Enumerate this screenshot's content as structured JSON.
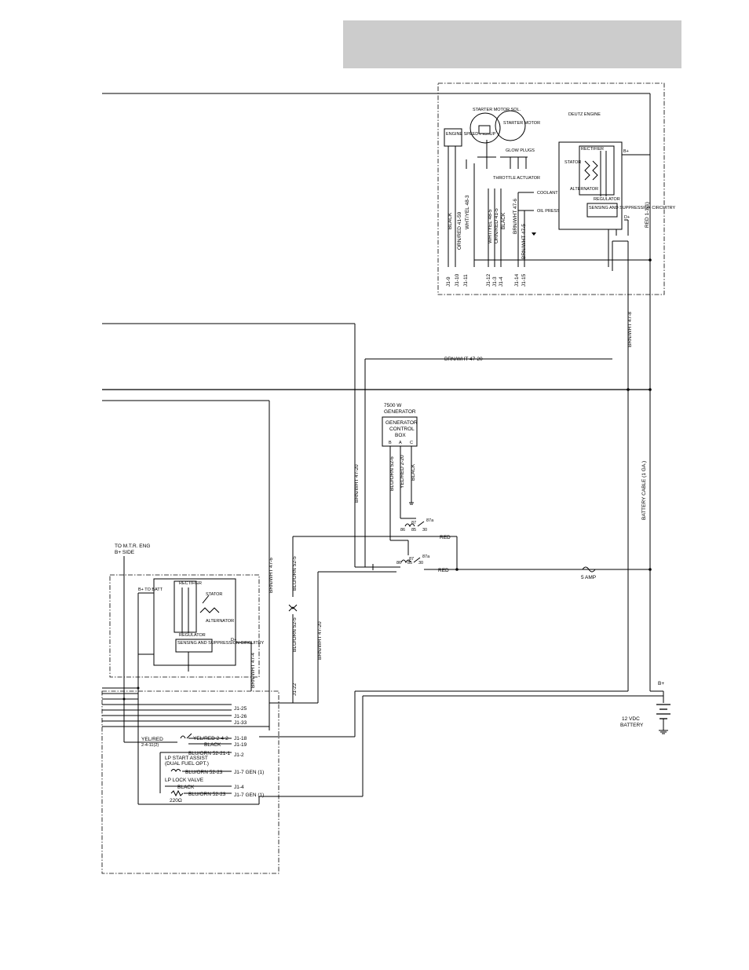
{
  "engine": {
    "title": "DEUTZ ENGINE",
    "starter_solenoid": "STARTER MOTOR SOL.",
    "starter_motor": "STARTER MOTOR",
    "glow_plugs": "GLOW PLUGS",
    "throttle_actuator": "THROTTLE ACTUATOR",
    "coolant_temp_sender": "COOLANT TEMP. SENDER",
    "oil_pressure_sender": "OIL PRESSURE SENDER",
    "speed_pickup": "ENGINE SPEED PICKUP",
    "wire_labels": [
      "BLACK",
      "ORN/RED 41-59",
      "WHT/YEL 48-3",
      "WHT/YEL 48-5",
      "ORN/RED 41-5",
      "BLACK",
      "BRN/WHT 47-6",
      "BRN/WHT 47-5"
    ],
    "pins": [
      "J1-9",
      "J1-10",
      "J1-11",
      "J1-12",
      "J1-3",
      "J1-4",
      "J1-14",
      "J1-15"
    ],
    "b_plus_label": "B+",
    "d_plus_label": "D+",
    "right_wire": "RED 1-1(1)"
  },
  "alternator_top": {
    "rectifier": "RECTIFIER",
    "stator": "STATOR",
    "alternator": "ALTERNATOR",
    "regulator": "REGULATOR",
    "sensing": "SENSING AND SUPPRESSION CIRCUITRY"
  },
  "wiring": {
    "brn_wht_47_20": "BRN/WHT 47-20",
    "brn_wht_47_8": "BRN/WHT 47-8",
    "brn_wht_47_6": "BRN/WHT 47-6",
    "brn_wht_47_4": "BRN/WHT 47-4",
    "blu_orn_52_5": "BLU/ORN 52-5",
    "blu_orn_52_6": "BLU/ORN 52-6",
    "yel_red_2_20": "YEL/RED 2-20",
    "black": "BLACK",
    "red": "RED",
    "battery_cable": "BATTERY CABLE (1 GA.)",
    "fuse": "5 AMP",
    "j1_22": "J1-22"
  },
  "generator": {
    "title_line1": "7500 W",
    "title_line2": "GENERATOR",
    "box_line1": "GENERATOR",
    "box_line2": "CONTROL",
    "box_line3": "BOX",
    "terminals": [
      "B",
      "A",
      "C"
    ]
  },
  "relays": {
    "upper": [
      "87a",
      "87",
      "86",
      "85",
      "30"
    ],
    "lower": [
      "87a",
      "87",
      "86",
      "85",
      "30"
    ]
  },
  "battery": {
    "b_plus": "B+",
    "label_line1": "12 VDC",
    "label_line2": "BATTERY"
  },
  "lower_left": {
    "to_mtr": "TO M.T.R. ENG",
    "b_plus_side": "B+ SIDE",
    "alt_b_plus": "B+ TO BATT",
    "alt_d_plus": "D+",
    "rectifier": "RECTIFIER",
    "stator": "STATOR",
    "alternator": "ALTERNATOR",
    "regulator": "REGULATOR",
    "sensing": "SENSING AND SUPPRESSION CIRCUITRY",
    "pins": [
      "J1-25",
      "J1-26",
      "J1-33",
      "J1-18",
      "J1-19",
      "J1-2",
      "J1-7 GEN (1)",
      "J1-4",
      "J1-7 GEN (1)"
    ],
    "yel_red_left": "YEL/RED",
    "yel_red_sub": "2-4-11(2)",
    "yel_red_relay": "YEL/RED 2-4-2",
    "black_wire": "BLACK",
    "blu_orn_52_21": "BLU/ORN 52-21-1",
    "lp_start_assist": "LP START ASSIST",
    "dual_fuel": "(DUAL FUEL OPT.)",
    "blu_orn_52_23": "BLU/ORN 52-23",
    "lp_lock_valve": "LP LOCK VALVE",
    "black_lp": "BLACK",
    "blu_orn_52_23b": "BLU/ORN 52-23",
    "resistor": "220Ω"
  }
}
